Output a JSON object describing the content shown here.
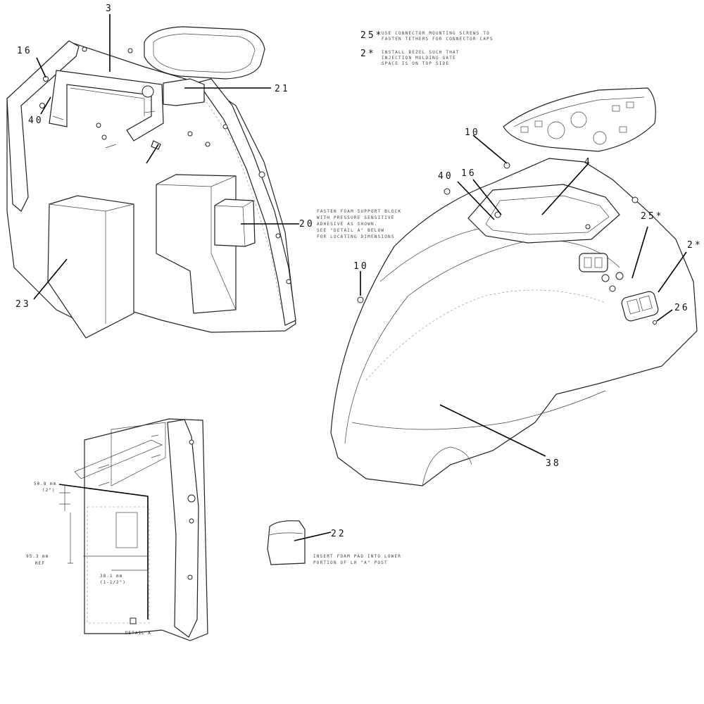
{
  "notes": {
    "note_25": {
      "marker": "25*",
      "lines": [
        "USE CONNECTOR MOUNTING SCREWS TO",
        "FASTEN TETHERS FOR CONNECTOR CAPS"
      ]
    },
    "note_2": {
      "marker": "2*",
      "lines": [
        "INSTALL BEZEL SUCH THAT",
        "INJECTION MOLDING GATE",
        "SPACE IS ON TOP SIDE"
      ]
    },
    "note_20": {
      "lines": [
        "FASTEN FOAM SUPPORT BLOCK",
        "WITH PRESSURE SENSITIVE",
        "ADHESIVE AS SHOWN.",
        "SEE \"DETAIL A\" BELOW",
        "FOR LOCATING DIMENSIONS"
      ]
    },
    "note_22": {
      "lines": [
        "INSERT FOAM PAD INTO LOWER",
        "PORTION OF LH \"A\" POST"
      ]
    }
  },
  "callouts": {
    "c3": "3",
    "c16_left": "16",
    "c40_left": "40",
    "c21": "21",
    "c20": "20",
    "c23": "23",
    "c10_top": "10",
    "c4": "4",
    "c40_right": "40",
    "c16_right": "16",
    "c25": "25*",
    "c2": "2*",
    "c10_mid": "10",
    "c26": "26",
    "c38": "38",
    "c22": "22"
  },
  "detail": {
    "dim_top_value": "50.8 mm",
    "dim_top_sub": "(2\")",
    "dim_left_value": "95.3 mm",
    "dim_left_sub": "REF",
    "dim_inner_value": "38.1 mm",
    "dim_inner_sub": "(1-1/2\")",
    "label": "DETAIL A"
  }
}
